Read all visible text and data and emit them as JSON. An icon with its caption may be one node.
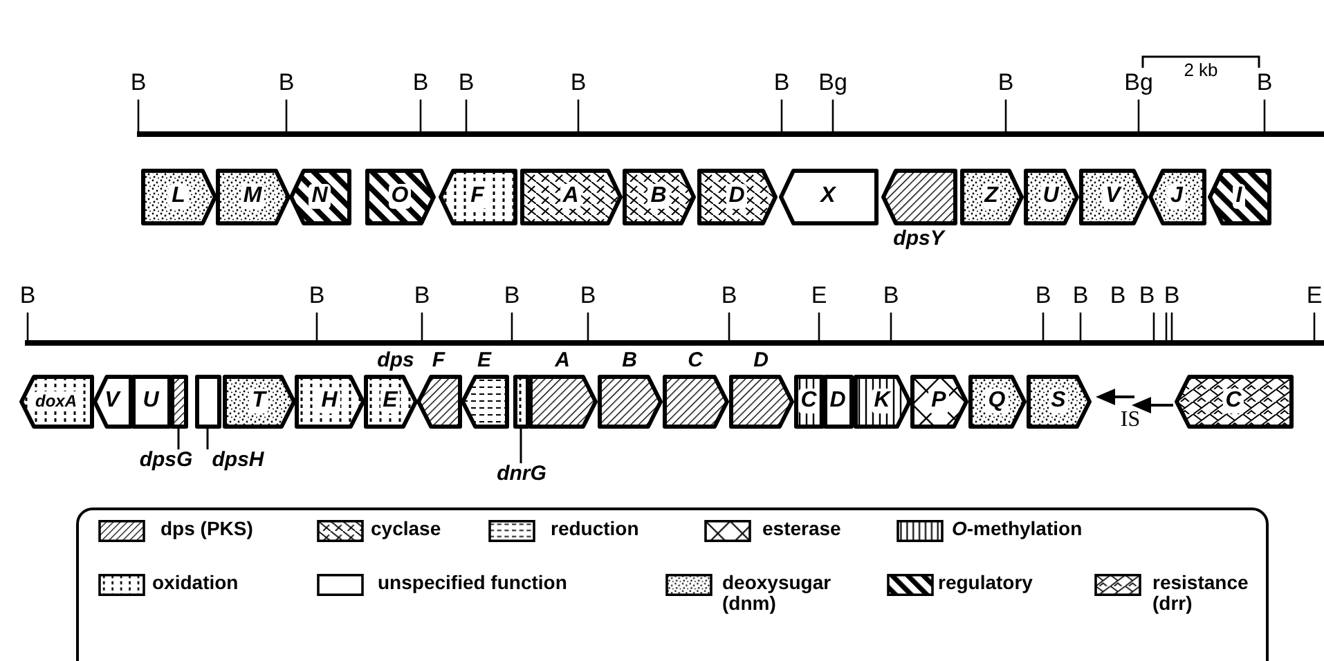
{
  "diagram": {
    "nodes": [
      {
        "text": [
          "L"
        ]
      },
      {
        "text": [
          "M"
        ]
      },
      {
        "text": [
          "N"
        ]
      },
      {
        "text": [
          "O"
        ]
      },
      {
        "text": [
          "F"
        ]
      },
      {
        "text": [
          "A"
        ]
      },
      {
        "text": [
          "B"
        ]
      },
      {
        "text": [
          "D"
        ]
      },
      {
        "text": [
          "X"
        ]
      },
      {
        "text": [],
        "shape": "box",
        "beside": [
          "dpsY"
        ]
      },
      {
        "text": [
          "Z"
        ]
      },
      {
        "text": [
          "U"
        ]
      },
      {
        "text": [
          "V"
        ]
      },
      {
        "text": [
          "J"
        ]
      },
      {
        "text": [
          "I"
        ]
      },
      {
        "text": [
          "doxA"
        ]
      },
      {
        "text": [
          "V"
        ]
      },
      {
        "text": [
          "U"
        ]
      },
      {
        "text": [],
        "shape": "box"
      },
      {
        "text": [],
        "shape": "box"
      },
      {
        "text": [
          "T"
        ]
      },
      {
        "text": [
          "H"
        ]
      },
      {
        "text": [
          "E"
        ]
      },
      {
        "text": [],
        "shape": "box",
        "beside": [
          "F"
        ]
      },
      {
        "text": [],
        "shape": "box",
        "beside": [
          "E"
        ]
      },
      {
        "text": [],
        "shape": "box"
      },
      {
        "text": [],
        "shape": "box",
        "beside": [
          "A"
        ]
      },
      {
        "text": [],
        "shape": "box",
        "beside": [
          "B"
        ]
      },
      {
        "text": [],
        "shape": "box",
        "beside": [
          "C"
        ]
      },
      {
        "text": [],
        "shape": "box",
        "beside": [
          "D"
        ]
      },
      {
        "text": [
          "C"
        ]
      },
      {
        "text": [
          "D"
        ]
      },
      {
        "text": [
          "K"
        ]
      },
      {
        "text": [
          "P"
        ]
      },
      {
        "text": [
          "Q"
        ]
      },
      {
        "text": [
          "S"
        ]
      },
      {
        "text": [
          "C"
        ]
      },
      {
        "text": [
          "dpsG"
        ]
      },
      {
        "text": [
          "dpsH"
        ]
      },
      {
        "text": [
          "dnrG"
        ]
      }
    ],
    "edges": [
      {
        "from": 37,
        "to": 18,
        "arrow": "none"
      },
      {
        "from": 38,
        "to": 19,
        "arrow": "none"
      },
      {
        "from": 39,
        "to": 25,
        "arrow": "none"
      }
    ],
    "labels": [
      "2 kb",
      "B",
      "B",
      "B",
      "B",
      "B",
      "B",
      "Bg",
      "B",
      "Bg",
      "B",
      "B",
      "B",
      "B",
      "B",
      "B",
      "B",
      "E",
      "B",
      "B",
      "B",
      "B",
      "B",
      "B",
      "E",
      "dps",
      "IS"
    ],
    "legend": [
      {
        "text": "dps (PKS)"
      },
      {
        "text": "cyclase"
      },
      {
        "text": "reduction"
      },
      {
        "text": "esterase"
      },
      {
        "text": "*O*-methylation"
      },
      {
        "text": "oxidation"
      },
      {
        "text": "unspecified function"
      },
      {
        "text": "deoxysugar (dnm)"
      },
      {
        "text": "regulatory"
      },
      {
        "text": "resistance (drr)"
      }
    ]
  }
}
